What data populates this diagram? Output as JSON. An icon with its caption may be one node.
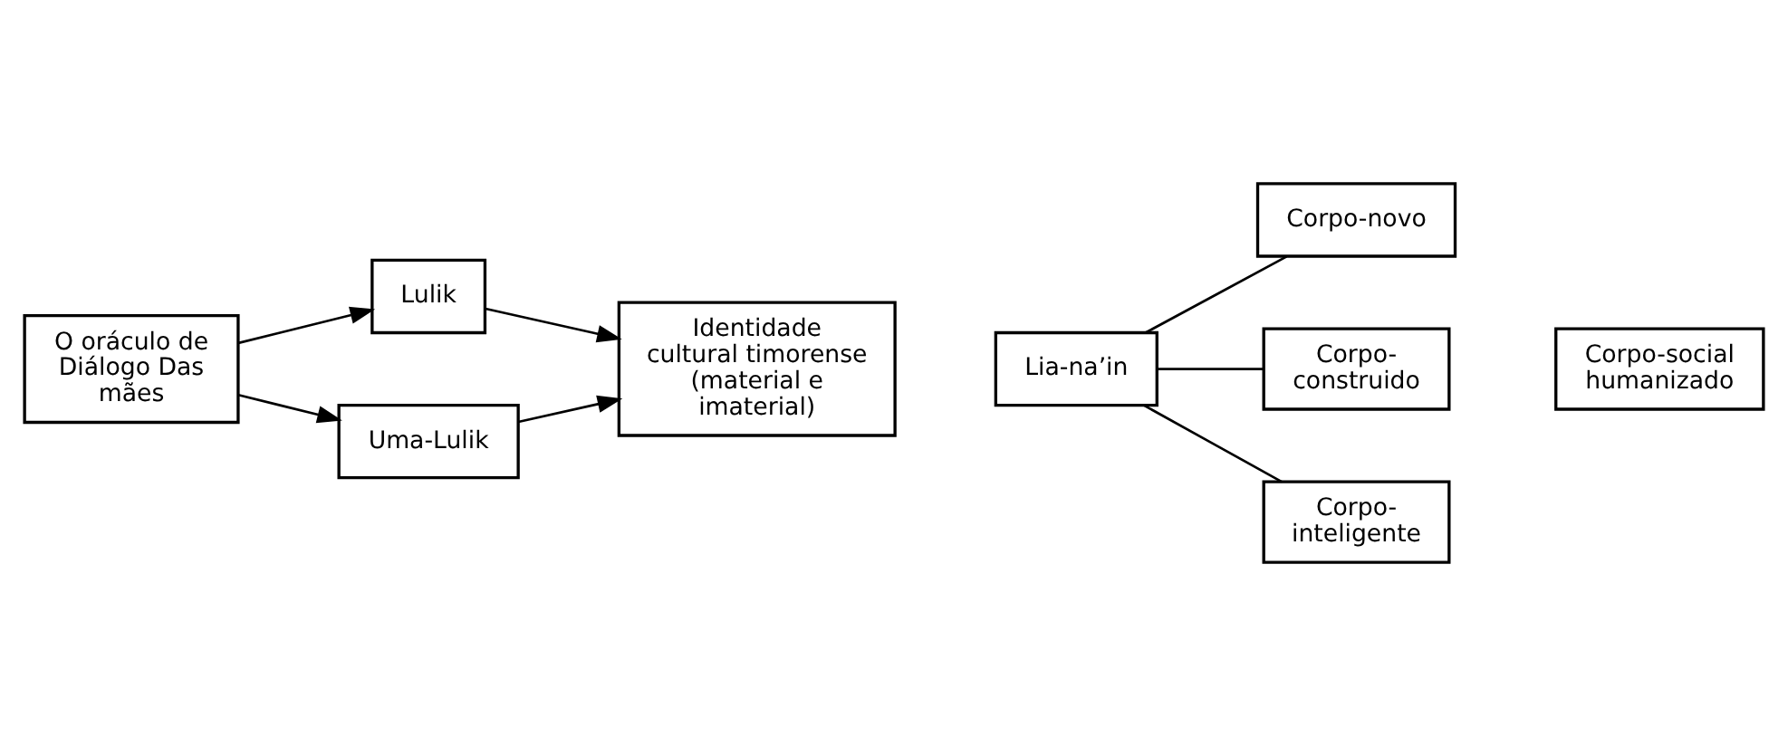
{
  "diagram": {
    "nodes": [
      {
        "text": [
          "O oráculo de Diálogo Das mães"
        ]
      },
      {
        "text": [
          "Lulik"
        ]
      },
      {
        "text": [
          "Identidade cultural timorense (material e imaterial)"
        ]
      },
      {
        "text": [
          "Uma-Lulik"
        ]
      },
      {
        "text": [
          "Lia-na’in"
        ]
      },
      {
        "text": [
          "Corpo-novo"
        ]
      },
      {
        "text": [
          "Corpo- construido"
        ]
      },
      {
        "text": [
          "Corpo-social humanizado"
        ]
      },
      {
        "text": [
          "Corpo- inteligente"
        ]
      }
    ],
    "edges": [
      {
        "from": 0,
        "to": 1,
        "arrow": "to"
      },
      {
        "from": 0,
        "to": 3,
        "arrow": "to"
      },
      {
        "from": 1,
        "to": 2,
        "arrow": "to"
      },
      {
        "from": 3,
        "to": 2,
        "arrow": "to"
      },
      {
        "from": 4,
        "to": 5,
        "arrow": "none"
      },
      {
        "from": 4,
        "to": 6,
        "arrow": "none"
      },
      {
        "from": 4,
        "to": 8,
        "arrow": "none"
      }
    ]
  }
}
